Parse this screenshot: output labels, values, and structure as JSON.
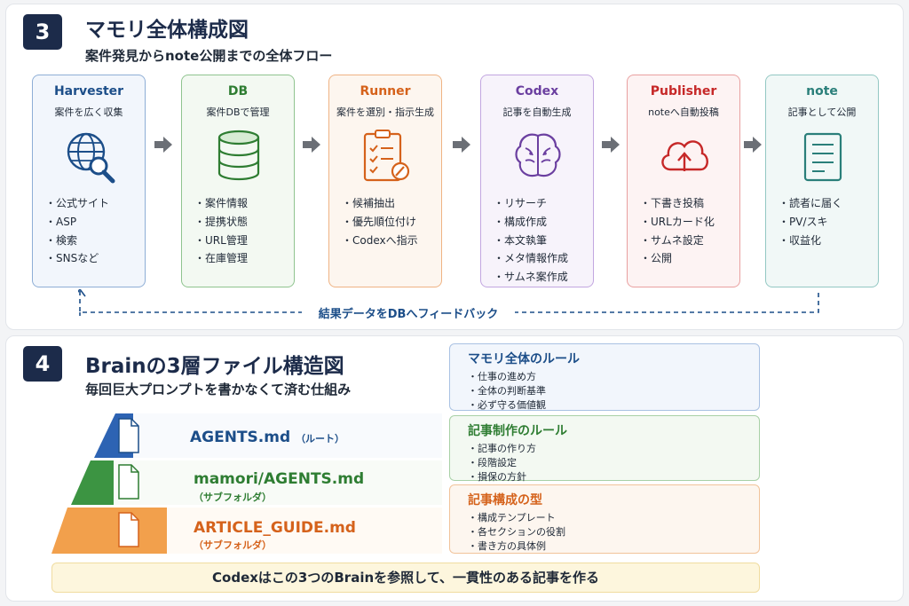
{
  "section3": {
    "number": "3",
    "title": "マモリ全体構成図",
    "subtitle": "案件発見からnote公開までの全体フロー",
    "stages": [
      {
        "name": "Harvester",
        "desc": "案件を広く収集",
        "icon": "globe-search-icon",
        "color": "#1c4e89",
        "bg": "#f2f6fc",
        "border": "#8eaed6",
        "items": [
          "公式サイト",
          "ASP",
          "検索",
          "SNSなど"
        ]
      },
      {
        "name": "DB",
        "desc": "案件DBで管理",
        "icon": "database-icon",
        "color": "#2e7d32",
        "bg": "#f3f9f2",
        "border": "#8fc48f",
        "items": [
          "案件情報",
          "提携状態",
          "URL管理",
          "在庫管理"
        ]
      },
      {
        "name": "Runner",
        "desc": "案件を選別・指示生成",
        "icon": "checklist-icon",
        "color": "#d5621b",
        "bg": "#fdf6ef",
        "border": "#efb384",
        "items": [
          "候補抽出",
          "優先順位付け",
          "Codexへ指示"
        ]
      },
      {
        "name": "Codex",
        "desc": "記事を自動生成",
        "icon": "brain-icon",
        "color": "#6b3fa0",
        "bg": "#f7f3fb",
        "border": "#c2a6e0",
        "items": [
          "リサーチ",
          "構成作成",
          "本文執筆",
          "メタ情報作成",
          "サムネ案作成"
        ]
      },
      {
        "name": "Publisher",
        "desc": "noteへ自動投稿",
        "icon": "cloud-upload-icon",
        "color": "#c62828",
        "bg": "#fdf3f3",
        "border": "#e9a0a0",
        "items": [
          "下書き投稿",
          "URLカード化",
          "サムネ設定",
          "公開"
        ]
      },
      {
        "name": "note",
        "desc": "記事として公開",
        "icon": "document-icon",
        "color": "#2a7f7a",
        "bg": "#f1f8f7",
        "border": "#93c8c3",
        "items": [
          "読者に届く",
          "PV/スキ",
          "収益化"
        ]
      }
    ],
    "feedback": "結果データをDBへフィードバック"
  },
  "section4": {
    "number": "4",
    "title": "Brainの3層ファイル構造図",
    "subtitle": "毎回巨大プロンプトを書かなくて済む仕組み",
    "layers": [
      {
        "file": "AGENTS.md",
        "note": "（ルート）",
        "color": "#2d63b3",
        "icon": "file-icon"
      },
      {
        "file": "mamori/AGENTS.md",
        "note": "（サブフォルダ）",
        "color": "#3c9442",
        "icon": "file-icon"
      },
      {
        "file": "ARTICLE_GUIDE.md",
        "note": "（サブフォルダ）",
        "color": "#f2a04c",
        "icon": "file-icon"
      }
    ],
    "rules": [
      {
        "title": "マモリ全体のルール",
        "color": "#1c4e89",
        "bg": "#f2f6fc",
        "border": "#a9c1e3",
        "items": [
          "仕事の進め方",
          "全体の判断基準",
          "必ず守る価値観"
        ]
      },
      {
        "title": "記事制作のルール",
        "color": "#2e7d32",
        "bg": "#f3f9f2",
        "border": "#a8d0a6",
        "items": [
          "記事の作り方",
          "段階設定",
          "損保の方針"
        ]
      },
      {
        "title": "記事構成の型",
        "color": "#d5621b",
        "bg": "#fdf6ef",
        "border": "#f1c39a",
        "items": [
          "構成テンプレート",
          "各セクションの役割",
          "書き方の具体例"
        ]
      }
    ],
    "summary": "Codexはこの3つのBrainを参照して、一貫性のある記事を作る"
  }
}
